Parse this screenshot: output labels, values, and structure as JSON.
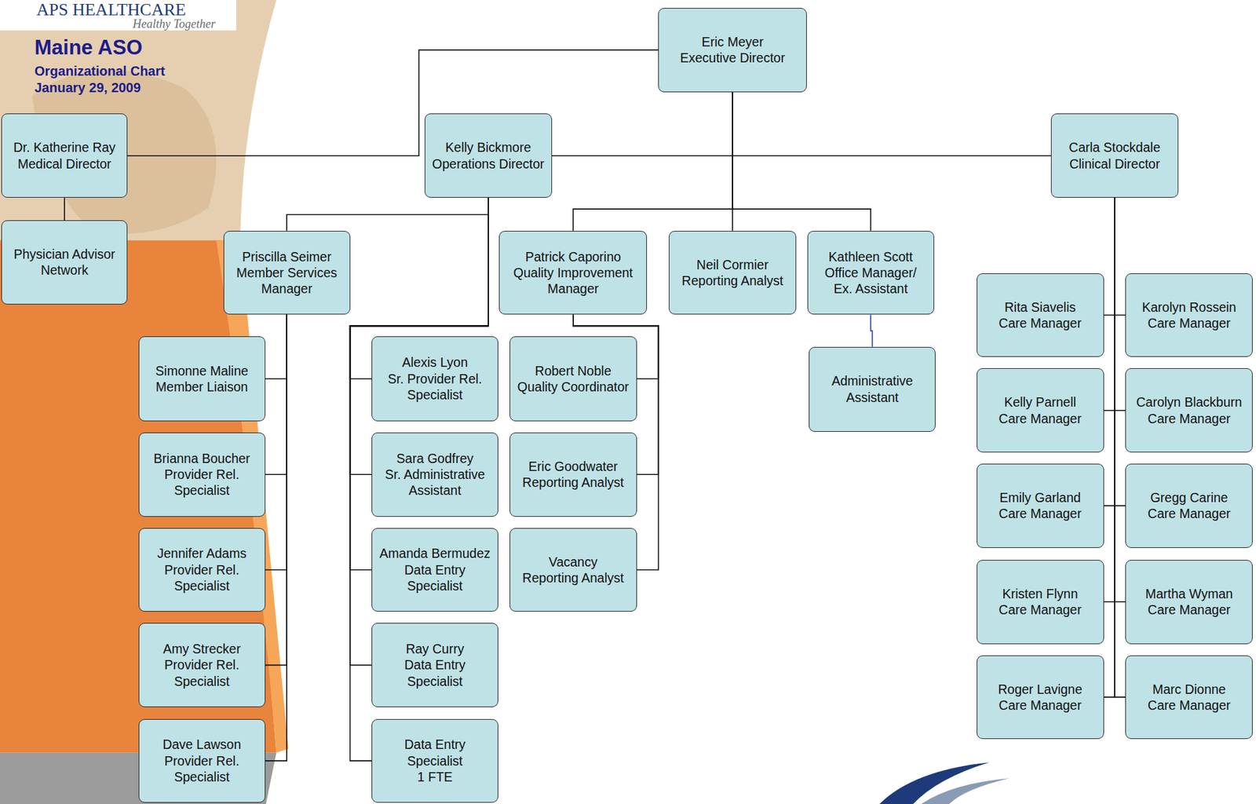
{
  "diagram": {
    "title": "Maine ASO",
    "nodes": [
      {
        "text": [
          "Eric Meyer",
          "Executive Director"
        ]
      },
      {
        "text": [
          "Dr. Katherine Ray",
          "Medical Director"
        ]
      },
      {
        "text": [
          "Kelly Bickmore",
          "Operations Director"
        ]
      },
      {
        "text": [
          "Carla Stockdale",
          "Clinical Director"
        ]
      },
      {
        "text": [
          "Physician Advisor Network"
        ]
      },
      {
        "text": [
          "Priscilla Seimer",
          "Member Services Manager"
        ]
      },
      {
        "text": [
          "Patrick Caporino",
          "Quality Improvement Manager"
        ]
      },
      {
        "text": [
          "Neil Cormier",
          "Reporting Analyst"
        ]
      },
      {
        "text": [
          "Kathleen Scott",
          "Office Manager/ Ex. Assistant"
        ]
      },
      {
        "text": [
          "Rita Siavelis",
          "Care Manager"
        ]
      },
      {
        "text": [
          "Karolyn Rossein",
          "Care Manager"
        ]
      },
      {
        "text": [
          "Simonne Maline",
          "Member Liaison"
        ]
      },
      {
        "text": [
          "Alexis Lyon",
          "Sr. Provider Rel. Specialist"
        ]
      },
      {
        "text": [
          "Robert Noble",
          "Quality Coordinator"
        ]
      },
      {
        "text": [
          "Administrative Assistant"
        ]
      },
      {
        "text": [
          "Kelly Parnell",
          "Care Manager"
        ]
      },
      {
        "text": [
          "Carolyn Blackburn",
          "Care Manager"
        ]
      },
      {
        "text": [
          "Brianna Boucher",
          "Provider Rel. Specialist"
        ]
      },
      {
        "text": [
          "Sara Godfrey",
          "Sr. Administrative Assistant"
        ]
      },
      {
        "text": [
          "Eric Goodwater",
          "Reporting Analyst"
        ]
      },
      {
        "text": [
          "Emily Garland",
          "Care Manager"
        ]
      },
      {
        "text": [
          "Gregg Carine",
          "Care Manager"
        ]
      },
      {
        "text": [
          "Jennifer Adams",
          "Provider Rel. Specialist"
        ]
      },
      {
        "text": [
          "Amanda Bermudez",
          "Data Entry Specialist"
        ]
      },
      {
        "text": [
          "Vacancy",
          "Reporting Analyst"
        ]
      },
      {
        "text": [
          "Kristen Flynn",
          "Care Manager"
        ]
      },
      {
        "text": [
          "Martha Wyman",
          "Care Manager"
        ]
      },
      {
        "text": [
          "Amy Strecker",
          "Provider Rel. Specialist"
        ]
      },
      {
        "text": [
          "Ray Curry",
          "Data Entry Specialist"
        ]
      },
      {
        "text": [
          "Roger Lavigne",
          "Care Manager"
        ]
      },
      {
        "text": [
          "Marc Dionne",
          "Care Manager"
        ]
      },
      {
        "text": [
          "Dave Lawson",
          "Provider Rel. Specialist"
        ]
      },
      {
        "text": [
          "Data Entry Specialist 1 FTE"
        ]
      }
    ],
    "edges": [
      {
        "from": 0,
        "to": 1,
        "arrow": "none"
      },
      {
        "from": 0,
        "to": 2,
        "arrow": "none"
      },
      {
        "from": 0,
        "to": 3,
        "arrow": "none"
      },
      {
        "from": 0,
        "to": 6,
        "arrow": "none"
      },
      {
        "from": 0,
        "to": 7,
        "arrow": "none"
      },
      {
        "from": 0,
        "to": 8,
        "arrow": "none"
      },
      {
        "from": 1,
        "to": 4,
        "arrow": "none"
      },
      {
        "from": 2,
        "to": 5,
        "arrow": "none"
      },
      {
        "from": 2,
        "to": 12,
        "arrow": "none"
      },
      {
        "from": 2,
        "to": 18,
        "arrow": "none"
      },
      {
        "from": 2,
        "to": 23,
        "arrow": "none"
      },
      {
        "from": 2,
        "to": 28,
        "arrow": "none"
      },
      {
        "from": 2,
        "to": 32,
        "arrow": "none"
      },
      {
        "from": 5,
        "to": 11,
        "arrow": "none"
      },
      {
        "from": 5,
        "to": 17,
        "arrow": "none"
      },
      {
        "from": 5,
        "to": 22,
        "arrow": "none"
      },
      {
        "from": 5,
        "to": 27,
        "arrow": "none"
      },
      {
        "from": 5,
        "to": 31,
        "arrow": "none"
      },
      {
        "from": 6,
        "to": 13,
        "arrow": "none"
      },
      {
        "from": 6,
        "to": 19,
        "arrow": "none"
      },
      {
        "from": 6,
        "to": 24,
        "arrow": "none"
      },
      {
        "from": 8,
        "to": 14,
        "arrow": "none"
      },
      {
        "from": 3,
        "to": 9,
        "arrow": "none"
      },
      {
        "from": 3,
        "to": 10,
        "arrow": "none"
      },
      {
        "from": 3,
        "to": 15,
        "arrow": "none"
      },
      {
        "from": 3,
        "to": 16,
        "arrow": "none"
      },
      {
        "from": 3,
        "to": 20,
        "arrow": "none"
      },
      {
        "from": 3,
        "to": 21,
        "arrow": "none"
      },
      {
        "from": 3,
        "to": 25,
        "arrow": "none"
      },
      {
        "from": 3,
        "to": 26,
        "arrow": "none"
      },
      {
        "from": 3,
        "to": 29,
        "arrow": "none"
      },
      {
        "from": 3,
        "to": 30,
        "arrow": "none"
      }
    ],
    "labels": [
      "APS HEALTHCARE",
      "Healthy Together",
      "Organizational Chart",
      "January 29, 2009"
    ]
  }
}
